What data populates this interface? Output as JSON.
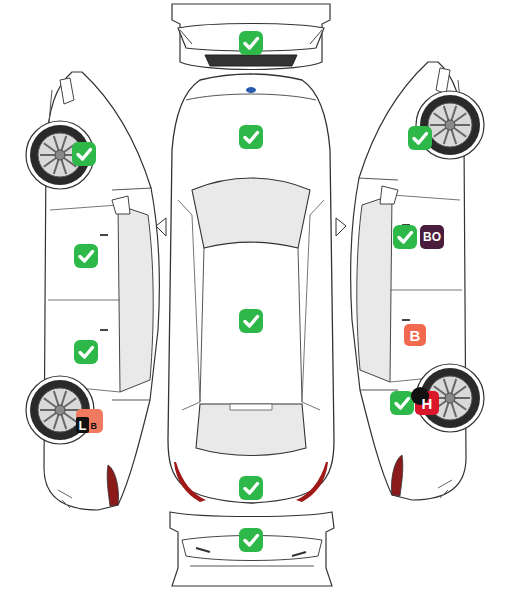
{
  "diagram": {
    "nodes": [
      {
        "text": [
          "BO"
        ]
      },
      {
        "text": [
          "B"
        ]
      },
      {
        "text": [
          "H"
        ]
      },
      {
        "text": [
          "L",
          "B"
        ]
      }
    ]
  }
}
